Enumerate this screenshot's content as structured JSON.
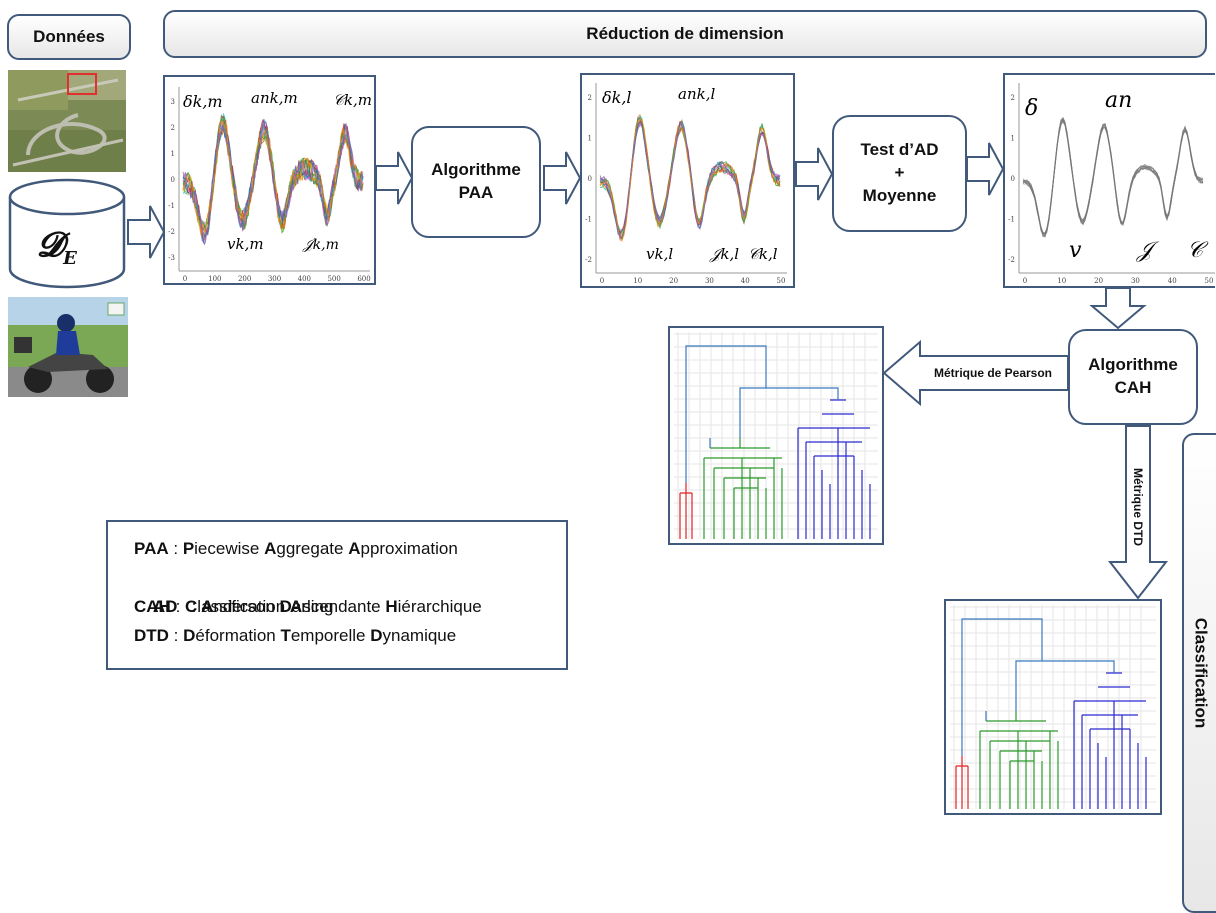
{
  "headers": {
    "donnees": "Données",
    "reduction": "Réduction de dimension",
    "classification": "Classification"
  },
  "database_label": "𝓓",
  "database_sub": "E",
  "steps": {
    "paa": [
      "Algorithme",
      "PAA"
    ],
    "test": [
      "Test d’AD",
      "+",
      "Moyenne"
    ],
    "cah": [
      "Algorithme",
      "CAH"
    ]
  },
  "arrows": {
    "pearson": "Métrique de Pearson",
    "dtd": "Métrique DTD"
  },
  "plot1": {
    "labels": [
      "δk,m",
      "ank,m",
      "𝒞k,m",
      "vk,m",
      "𝒥k,m"
    ],
    "yticks": [
      "3",
      "2",
      "1",
      "0",
      "-1",
      "-2",
      "-3"
    ],
    "xticks": [
      "0",
      "100",
      "200",
      "300",
      "400",
      "500",
      "600"
    ]
  },
  "plot2": {
    "labels": [
      "δk,l",
      "ank,l",
      "vk,l",
      "𝒥k,l",
      "𝒞k,l"
    ],
    "yticks": [
      "2",
      "1",
      "0",
      "-1",
      "-2"
    ],
    "xticks": [
      "0",
      "10",
      "20",
      "30",
      "40",
      "50"
    ]
  },
  "plot3": {
    "labels": [
      "δ",
      "an",
      "v",
      "𝒥",
      "𝒞"
    ],
    "yticks": [
      "2",
      "1",
      "0",
      "-1",
      "-2"
    ],
    "xticks": [
      "0",
      "10",
      "20",
      "30",
      "40",
      "50"
    ]
  },
  "legend": [
    {
      "abbr": "PAA",
      "sep": " : ",
      "parts": [
        [
          "P",
          "iecewise "
        ],
        [
          "A",
          "ggregate "
        ],
        [
          "A",
          "pproximation"
        ]
      ]
    },
    {
      "abbr": "AD",
      "sep": "   : ",
      "parts": [
        [
          "A",
          "nderson "
        ],
        [
          "D",
          "arling"
        ]
      ]
    },
    {
      "abbr": "CAH",
      "sep": " : ",
      "parts": [
        [
          "C",
          "lassification "
        ],
        [
          "A",
          "scendante "
        ],
        [
          "H",
          "iérarchique"
        ]
      ]
    },
    {
      "abbr": "DTD",
      "sep": " : ",
      "parts": [
        [
          "D",
          "éformation "
        ],
        [
          "T",
          "emporelle "
        ],
        [
          "D",
          "ynamique"
        ]
      ]
    }
  ],
  "colors": {
    "frame": "#41597a",
    "arrow_fill": "#ffffff",
    "cluster_red": "#e02020",
    "cluster_green": "#2a9a2a",
    "cluster_blue": "#2a2ad0",
    "link_blue": "#3a7ac0"
  }
}
